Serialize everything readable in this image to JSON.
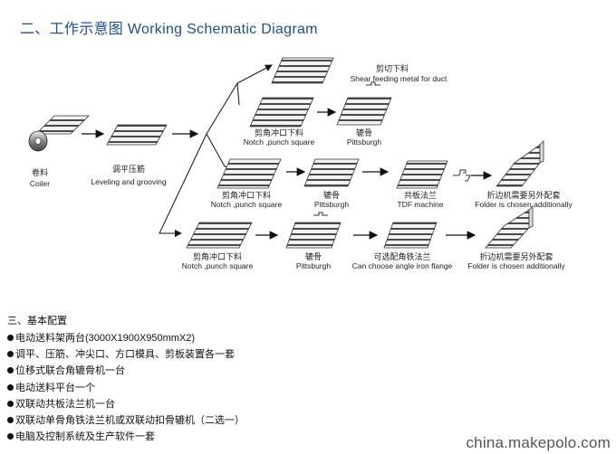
{
  "title": "二、工作示意图 Working Schematic Diagram",
  "labels": {
    "coiler_cn": "卷料",
    "coiler_en": "Coiler",
    "leveling_cn": "调平压筋",
    "leveling_en": "Leveling and grooving",
    "shear_cn": "剪切下料",
    "shear_en": "Shear feeding metal for duct",
    "notch1_cn": "剪角冲口下料",
    "notch1_en": "Notch ,punch square",
    "pitts1_cn": "辘骨",
    "pitts1_en": "Pittsburgh",
    "notch2_cn": "剪角冲口下料",
    "notch2_en": "Notch ,punch square",
    "pitts2_cn": "辘骨",
    "pitts2_en": "Pittsburgh",
    "tdf_cn": "共板法兰",
    "tdf_en": "TDF machine",
    "folder1_cn": "折边机需要另外配套",
    "folder1_en": "Folder is chosen additionally",
    "notch3_cn": "剪角冲口下料",
    "notch3_en": "Notch ,punch square",
    "pitts3_cn": "辘骨",
    "pitts3_en": "Pittsburgh",
    "angle_cn": "可选配角铁法兰",
    "angle_en": "Can choose angle iron flange",
    "folder2_cn": "折边机需要另外配套",
    "folder2_en": "Folder is chosen additionally"
  },
  "config": {
    "heading": "三、基本配置",
    "items": [
      "电动送料架两台(3000X1900X950mmX2)",
      "调平、压筋、冲尖口、方口模具、剪板装置各一套",
      "位移式联合角辘骨机一台",
      "电动送料平台一个",
      "双联动共板法兰机一台",
      "双联动单骨角铁法兰机或双联动扣骨辘机（二选一）",
      "电脑及控制系统及生产软件一套"
    ]
  },
  "watermark": "china.makepolo.com"
}
